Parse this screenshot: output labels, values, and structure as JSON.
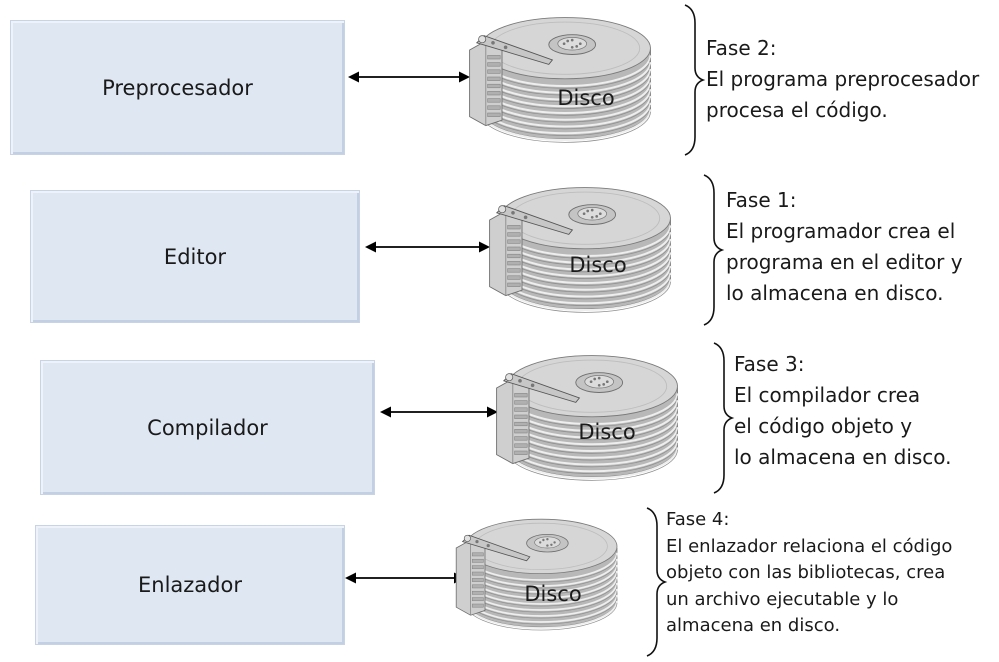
{
  "phases": [
    {
      "box_label": "Preprocesador",
      "disk_label": "Disco",
      "phase_title": "Fase 2:",
      "description_lines": [
        "El programa preprocesador",
        "procesa el código."
      ]
    },
    {
      "box_label": "Editor",
      "disk_label": "Disco",
      "phase_title": "Fase 1:",
      "description_lines": [
        "El programador crea el",
        "programa en el editor y",
        "lo almacena en disco."
      ]
    },
    {
      "box_label": "Compilador",
      "disk_label": "Disco",
      "phase_title": "Fase 3:",
      "description_lines": [
        "El compilador crea",
        "el código objeto y",
        "lo almacena en disco."
      ]
    },
    {
      "box_label": "Enlazador",
      "disk_label": "Disco",
      "phase_title": "Fase 4:",
      "description_lines": [
        "El enlazador relaciona el código",
        "objeto con las bibliotecas, crea",
        "un archivo ejecutable y lo",
        "almacena en disco."
      ]
    }
  ],
  "colors": {
    "box_fill": "#dfe7f3",
    "disk_metal": "#c9c9c9",
    "arrow": "#000000"
  }
}
